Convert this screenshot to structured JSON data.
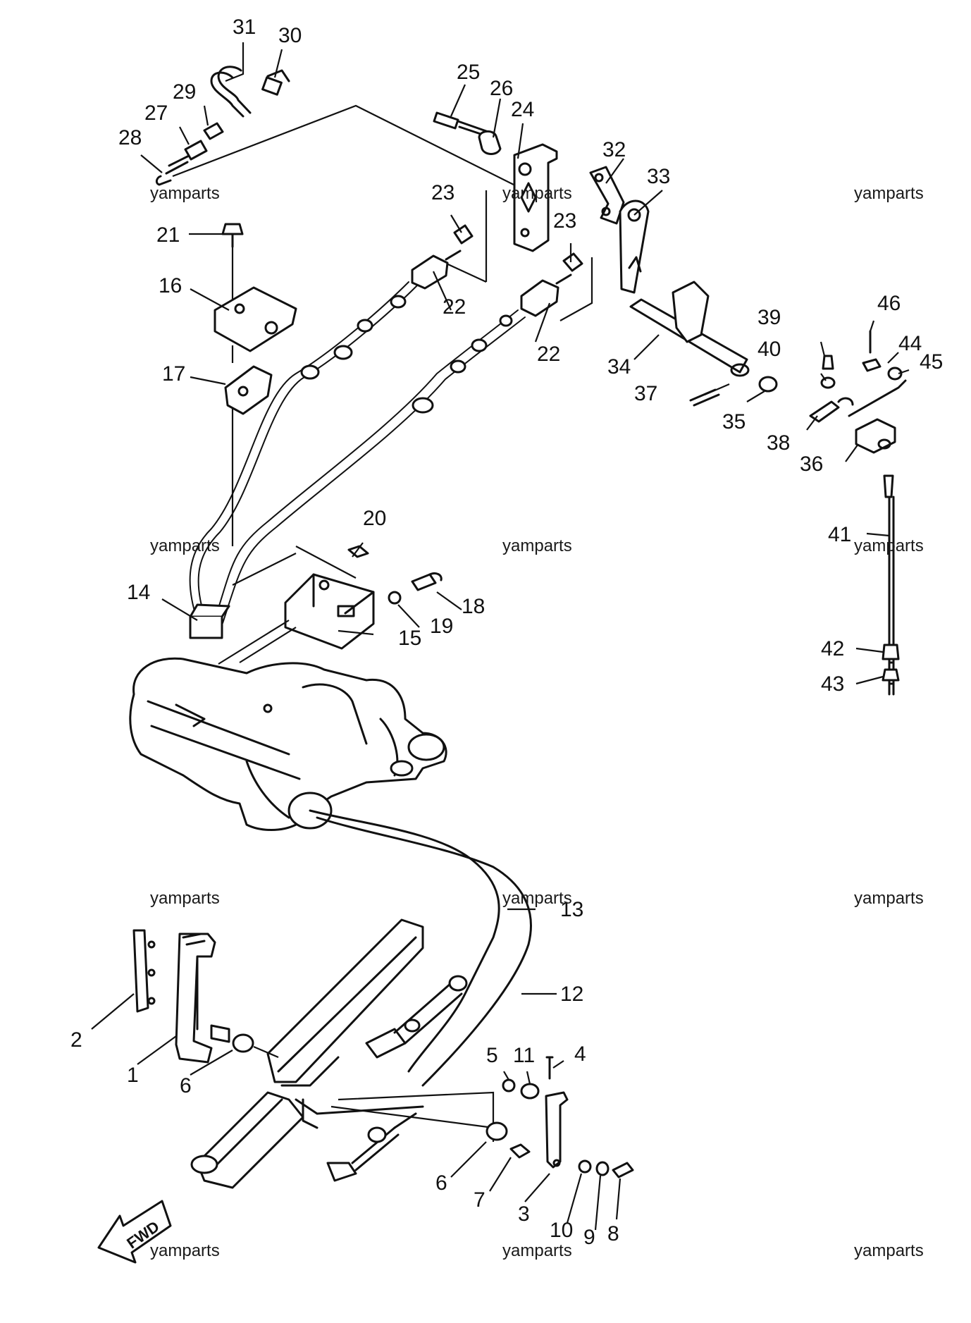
{
  "parts": [
    {
      "id": "p1",
      "label": "1"
    },
    {
      "id": "p2",
      "label": "2"
    },
    {
      "id": "p3",
      "label": "3"
    },
    {
      "id": "p4",
      "label": "4"
    },
    {
      "id": "p5",
      "label": "5"
    },
    {
      "id": "p6a",
      "label": "6"
    },
    {
      "id": "p6b",
      "label": "6"
    },
    {
      "id": "p7",
      "label": "7"
    },
    {
      "id": "p8",
      "label": "8"
    },
    {
      "id": "p9",
      "label": "9"
    },
    {
      "id": "p10",
      "label": "10"
    },
    {
      "id": "p11",
      "label": "11"
    },
    {
      "id": "p12",
      "label": "12"
    },
    {
      "id": "p13",
      "label": "13"
    },
    {
      "id": "p14",
      "label": "14"
    },
    {
      "id": "p15",
      "label": "15"
    },
    {
      "id": "p16",
      "label": "16"
    },
    {
      "id": "p17",
      "label": "17"
    },
    {
      "id": "p18",
      "label": "18"
    },
    {
      "id": "p19",
      "label": "19"
    },
    {
      "id": "p20",
      "label": "20"
    },
    {
      "id": "p21",
      "label": "21"
    },
    {
      "id": "p22a",
      "label": "22"
    },
    {
      "id": "p22b",
      "label": "22"
    },
    {
      "id": "p23a",
      "label": "23"
    },
    {
      "id": "p23b",
      "label": "23"
    },
    {
      "id": "p24",
      "label": "24"
    },
    {
      "id": "p25",
      "label": "25"
    },
    {
      "id": "p26",
      "label": "26"
    },
    {
      "id": "p27",
      "label": "27"
    },
    {
      "id": "p28",
      "label": "28"
    },
    {
      "id": "p29",
      "label": "29"
    },
    {
      "id": "p30",
      "label": "30"
    },
    {
      "id": "p31",
      "label": "31"
    },
    {
      "id": "p32",
      "label": "32"
    },
    {
      "id": "p33",
      "label": "33"
    },
    {
      "id": "p34",
      "label": "34"
    },
    {
      "id": "p35",
      "label": "35"
    },
    {
      "id": "p36",
      "label": "36"
    },
    {
      "id": "p37",
      "label": "37"
    },
    {
      "id": "p38",
      "label": "38"
    },
    {
      "id": "p39",
      "label": "39"
    },
    {
      "id": "p40",
      "label": "40"
    },
    {
      "id": "p41",
      "label": "41"
    },
    {
      "id": "p42",
      "label": "42"
    },
    {
      "id": "p43",
      "label": "43"
    },
    {
      "id": "p44",
      "label": "44"
    },
    {
      "id": "p45",
      "label": "45"
    },
    {
      "id": "p46",
      "label": "46"
    }
  ],
  "watermark": "yamparts",
  "direction_arrow": "FWD"
}
